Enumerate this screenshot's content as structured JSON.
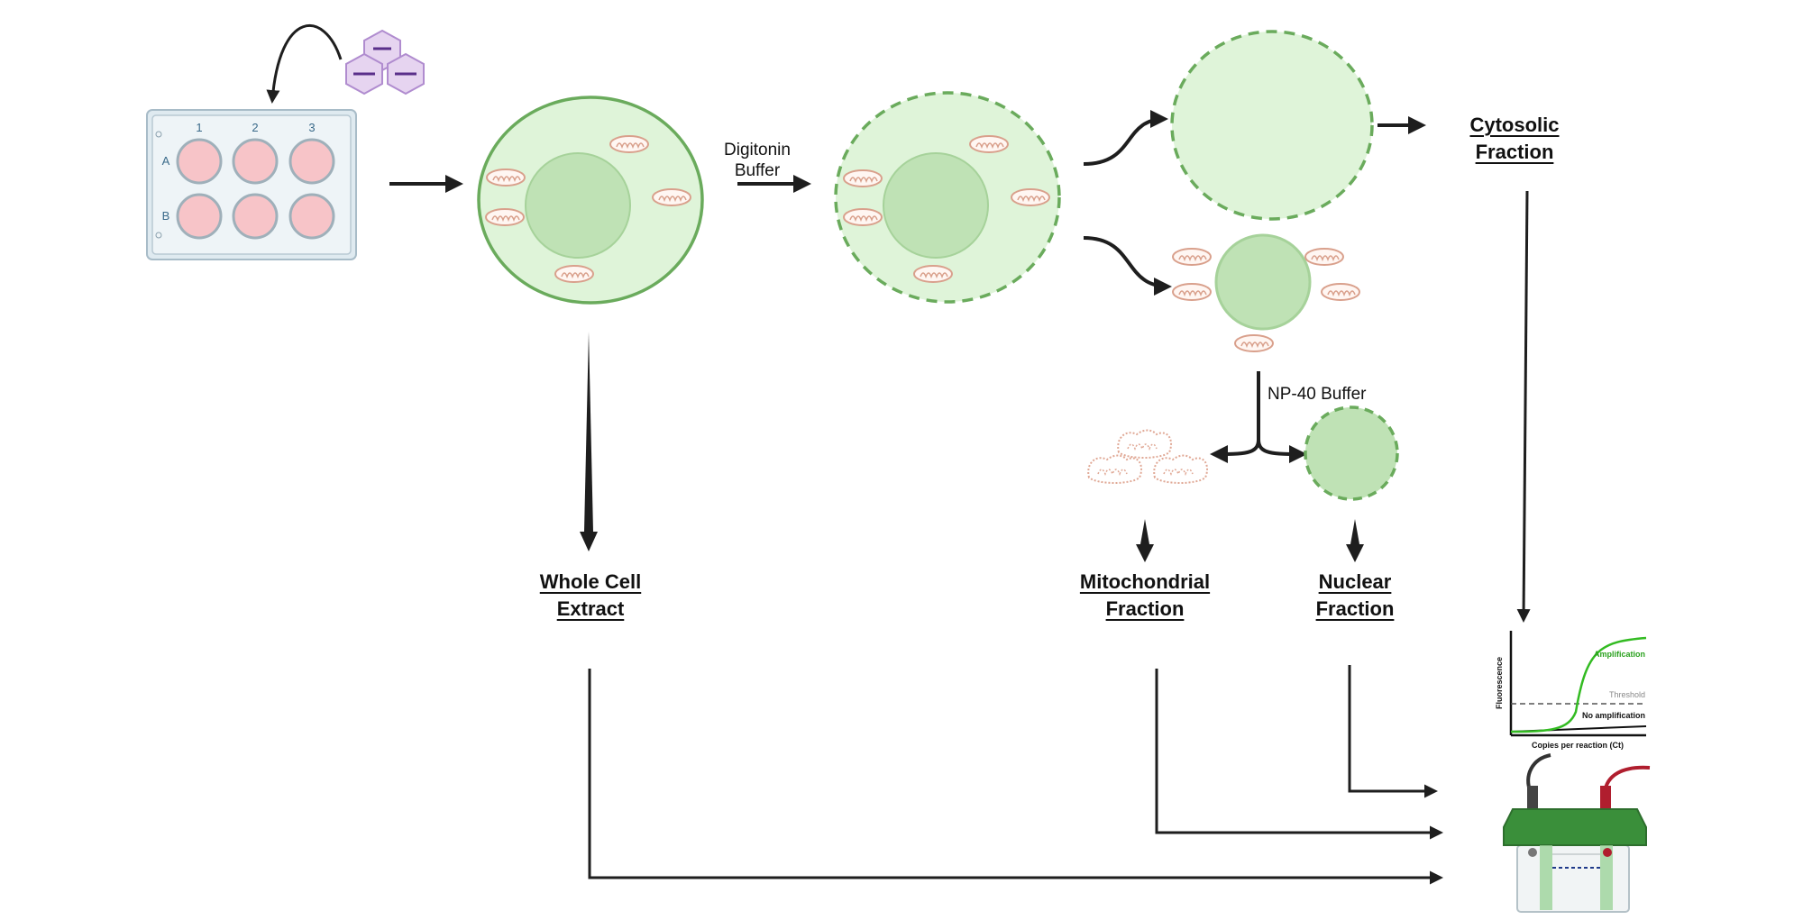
{
  "plate": {
    "columns": [
      "1",
      "2",
      "3"
    ],
    "rows": [
      "A",
      "B"
    ]
  },
  "steps": {
    "digitonin_line1": "Digitonin",
    "digitonin_line2": "Buffer",
    "np40": "NP-40 Buffer"
  },
  "fractions": {
    "whole_line1": "Whole Cell",
    "whole_line2": "Extract",
    "cyto_line1": "Cytosolic",
    "cyto_line2": "Fraction",
    "mito_line1": "Mitochondrial",
    "mito_line2": "Fraction",
    "nuc_line1": "Nuclear",
    "nuc_line2": "Fraction"
  },
  "qpcr": {
    "ylabel": "Fluorescence",
    "xlabel": "Copies per reaction (Ct)",
    "amplification": "Amplification",
    "threshold": "Threshold",
    "no_amplification": "No amplification"
  },
  "colors": {
    "cell_fill": "#dff4d9",
    "cell_stroke": "#6aab5c",
    "nucleus": "#bfe2b5",
    "well": "#f7c4c8",
    "arrow": "#1e1e1e",
    "gel_green": "#3a8f3a",
    "amp_green": "#33bb22"
  }
}
